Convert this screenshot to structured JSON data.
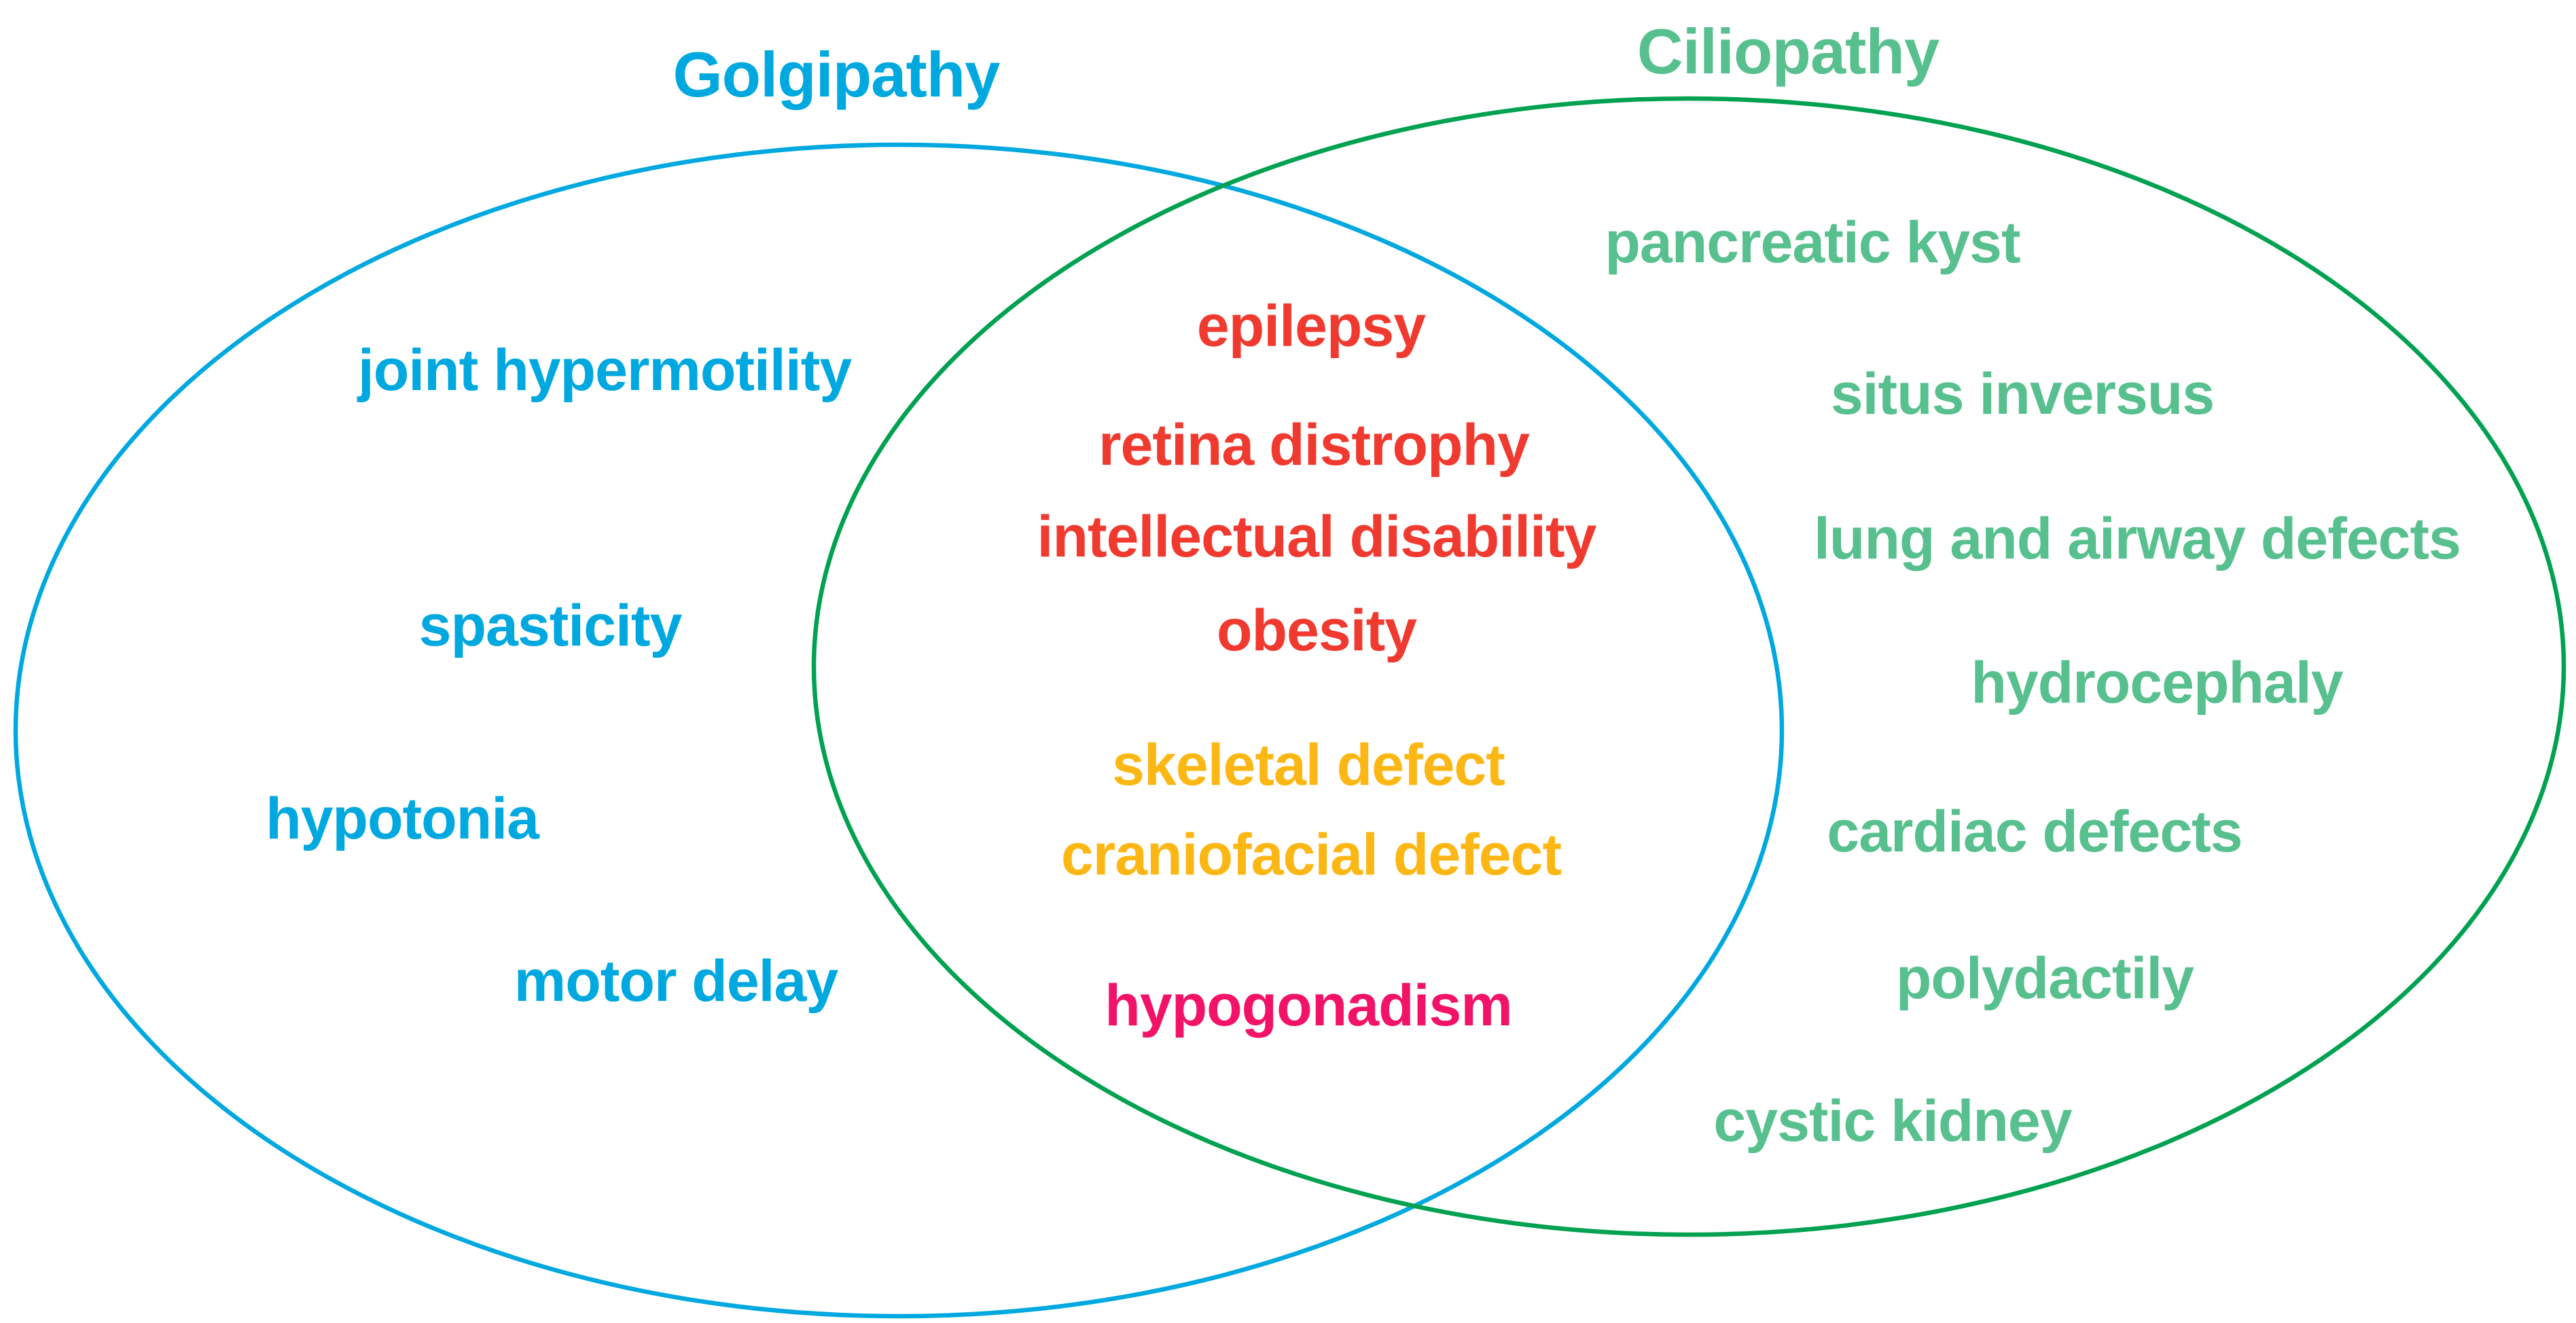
{
  "venn": {
    "background_color": "#ffffff",
    "left_set": {
      "title": "Golgipathy",
      "outline_color": "#00a8e0",
      "text_color": "#00a8e0",
      "items": [
        {
          "label": "joint hypermotility"
        },
        {
          "label": "spasticity"
        },
        {
          "label": "hypotonia"
        },
        {
          "label": "motor delay"
        }
      ]
    },
    "right_set": {
      "title": "Ciliopathy",
      "outline_color": "#00a150",
      "text_color": "#57c08e",
      "items": [
        {
          "label": "pancreatic kyst"
        },
        {
          "label": "situs inversus"
        },
        {
          "label": "lung and airway defects"
        },
        {
          "label": "hydrocephaly"
        },
        {
          "label": "cardiac defects"
        },
        {
          "label": "polydactily"
        },
        {
          "label": "cystic kidney"
        }
      ]
    },
    "intersection": {
      "items": [
        {
          "label": "epilepsy",
          "color": "#f03a30"
        },
        {
          "label": "retina distrophy",
          "color": "#f03a30"
        },
        {
          "label": "intellectual disability",
          "color": "#f03a30"
        },
        {
          "label": "obesity",
          "color": "#f03a30"
        },
        {
          "label": "skeletal defect",
          "color": "#fdb714"
        },
        {
          "label": "craniofacial defect",
          "color": "#fdb714"
        },
        {
          "label": "hypogonadism",
          "color": "#f21368"
        }
      ]
    }
  }
}
